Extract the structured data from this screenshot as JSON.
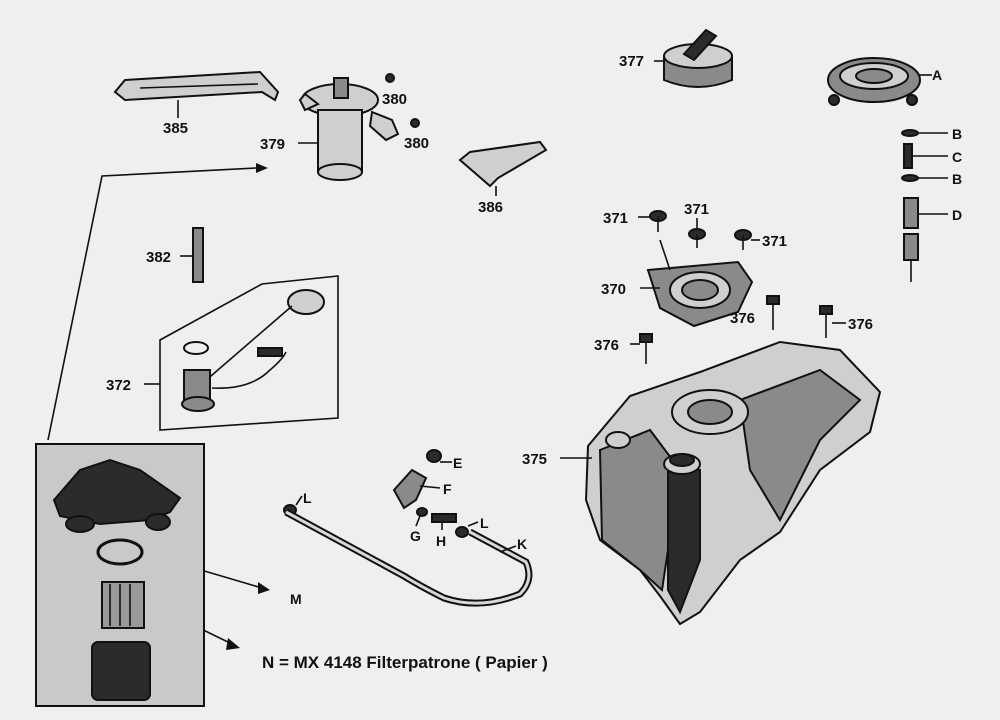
{
  "diagram": {
    "part_labels": {
      "p385": "385",
      "p379": "379",
      "p380a": "380",
      "p380b": "380",
      "p386": "386",
      "p377": "377",
      "p371a": "371",
      "p371b": "371",
      "p371c": "371",
      "p370": "370",
      "p376a": "376",
      "p376b": "376",
      "p376c": "376",
      "p382": "382",
      "p372": "372",
      "p375": "375"
    },
    "letter_labels": {
      "A": "A",
      "B1": "B",
      "C": "C",
      "B2": "B",
      "D": "D",
      "E": "E",
      "F": "F",
      "G": "G",
      "H": "H",
      "L1": "L",
      "L2": "L",
      "K": "K",
      "M": "M"
    },
    "note": "N  = MX 4148 Filterpatrone ( Papier )"
  }
}
